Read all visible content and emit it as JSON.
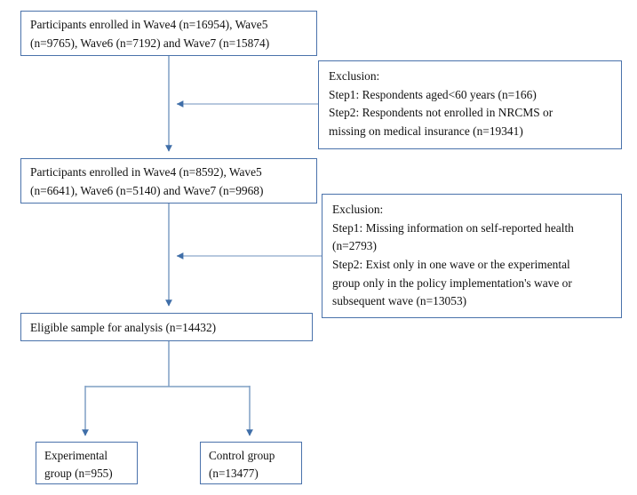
{
  "diagram": {
    "type": "flowchart",
    "title": "Participant selection flow diagram",
    "colors": {
      "box_border": "#4a72ab",
      "connector_line": "#7f9fc4",
      "arrow_head": "#3f6ea8",
      "text": "#111111",
      "background": "#ffffff"
    },
    "nodes": {
      "enrolled_initial": {
        "id": "enrolled-initial",
        "line1": "Participants  enrolled  in  Wave4  (n=16954),  Wave5",
        "line2": "(n=9765), Wave6 (n=7192) and Wave7 (n=15874)",
        "full_text": "Participants enrolled in Wave4 (n=16954), Wave5 (n=9765), Wave6 (n=7192) and Wave7 (n=15874)"
      },
      "exclusion_1": {
        "id": "exclusion-1",
        "heading": "Exclusion:",
        "step1": "Step1: Respondents aged<60 years (n=166)",
        "step2_line1": "Step2:  Respondents  not  enrolled  in  NRCMS  or",
        "step2_line2": "missing on medical insurance (n=19341)",
        "step2_full": "Step2: Respondents not enrolled in NRCMS or missing on medical insurance (n=19341)"
      },
      "enrolled_filtered": {
        "id": "enrolled-filtered",
        "line1": "Participants  enrolled  in  Wave4  (n=8592),  Wave5",
        "line2": "(n=6641), Wave6 (n=5140) and Wave7 (n=9968)",
        "full_text": "Participants enrolled in Wave4 (n=8592), Wave5 (n=6641), Wave6 (n=5140) and Wave7 (n=9968)"
      },
      "exclusion_2": {
        "id": "exclusion-2",
        "heading": "Exclusion:",
        "step1_line1": "Step1:  Missing  information  on  self-reported  health",
        "step1_line2": "(n=2793)",
        "step1_full": "Step1: Missing information on self-reported health (n=2793)",
        "step2_line1": "Step2:  Exist  only  in  one  wave  or  the  experimental",
        "step2_line2": "group  only  in  the  policy  implementation's  wave  or",
        "step2_line3": "subsequent wave (n=13053)",
        "step2_full": "Step2: Exist only in one wave or the experimental group only in the policy implementation's wave or subsequent wave (n=13053)"
      },
      "eligible": {
        "id": "eligible-sample",
        "text": "Eligible sample for analysis (n=14432)"
      },
      "experimental": {
        "id": "experimental-group",
        "line1": "Experimental",
        "line2": "group (n=955)",
        "full_text": "Experimental group (n=955)"
      },
      "control": {
        "id": "control-group",
        "line1": "Control  group",
        "line2": "(n=13477)",
        "full_text": "Control group (n=13477)"
      }
    },
    "counts": {
      "wave4_initial": 16954,
      "wave5_initial": 9765,
      "wave6_initial": 7192,
      "wave7_initial": 15874,
      "excluded_age_under_60": 166,
      "excluded_nrcms_or_insurance": 19341,
      "wave4_filtered": 8592,
      "wave5_filtered": 6641,
      "wave6_filtered": 5140,
      "wave7_filtered": 9968,
      "excluded_missing_health": 2793,
      "excluded_single_wave": 13053,
      "eligible_sample": 14432,
      "experimental_group": 955,
      "control_group": 13477
    },
    "edges": [
      {
        "name": "enrolled-initial-to-enrolled-filtered",
        "from": "enrolled_initial",
        "to": "enrolled_filtered",
        "direction": "down"
      },
      {
        "name": "exclusion-1-to-trunk",
        "from": "exclusion_1",
        "to": "trunk-upper",
        "direction": "left"
      },
      {
        "name": "enrolled-filtered-to-eligible",
        "from": "enrolled_filtered",
        "to": "eligible",
        "direction": "down"
      },
      {
        "name": "exclusion-2-to-trunk",
        "from": "exclusion_2",
        "to": "trunk-lower",
        "direction": "left"
      },
      {
        "name": "eligible-to-experimental",
        "from": "eligible",
        "to": "experimental",
        "direction": "down-left"
      },
      {
        "name": "eligible-to-control",
        "from": "eligible",
        "to": "control",
        "direction": "down-right"
      }
    ]
  }
}
